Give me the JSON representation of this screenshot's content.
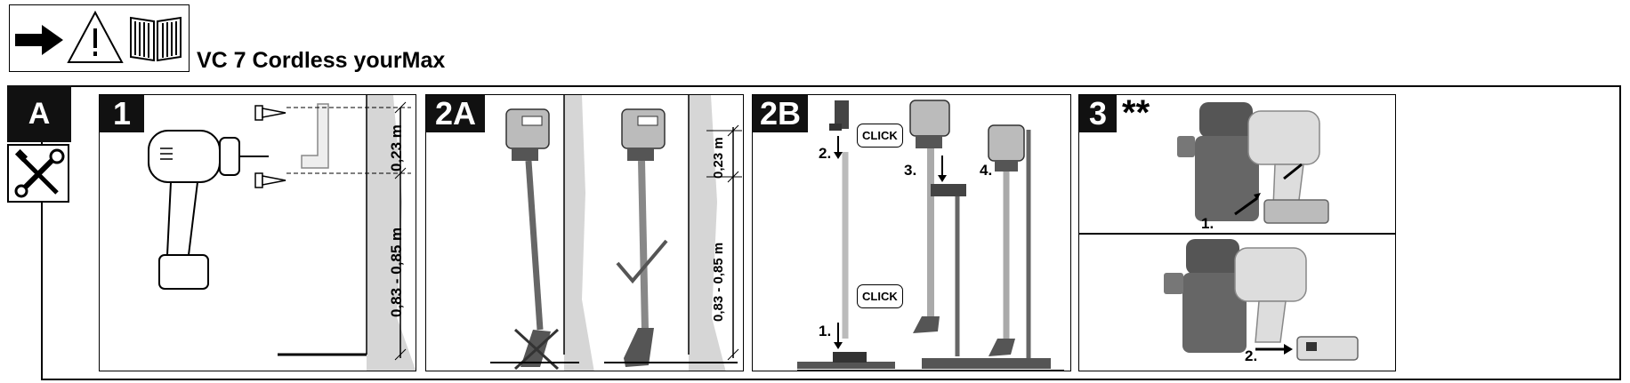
{
  "header": {
    "title": "VC 7 Cordless yourMax",
    "icons": [
      "arrow-right-icon",
      "warning-icon",
      "manual-book-icon"
    ]
  },
  "section": {
    "badge": "A",
    "tools_icon": "wrench-screwdriver-icon"
  },
  "steps": [
    {
      "badge": "1",
      "dim_upper": "0,23 m",
      "dim_lower": "0,83 - 0,85 m"
    },
    {
      "badge": "2A",
      "dim_upper": "0,23 m",
      "dim_lower": "0,83 - 0,85 m"
    },
    {
      "badge": "2B",
      "click_top": "CLICK",
      "click_bottom": "CLICK",
      "label_1": "1.",
      "label_2": "2.",
      "label_3": "3.",
      "label_4": "4."
    },
    {
      "badge": "3",
      "stars": "**",
      "label_1": "1.",
      "label_2": "2."
    }
  ]
}
